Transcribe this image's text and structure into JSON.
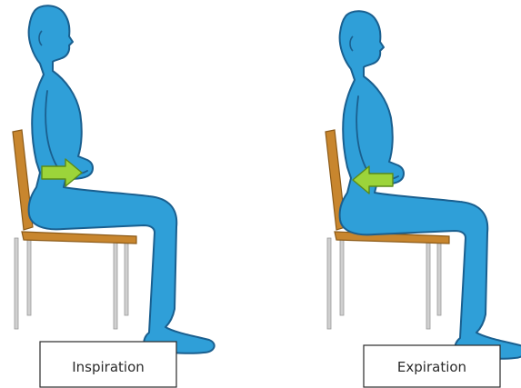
{
  "panels": [
    {
      "caption": "Inspiration",
      "arrow_direction": "out"
    },
    {
      "caption": "Expiration",
      "arrow_direction": "in"
    }
  ],
  "colors": {
    "body_fill": "#2f9fd8",
    "body_outline": "#1a5f8f",
    "chair_seat": "#c8862e",
    "chair_legs": "#c9c9c9",
    "arrow_fill": "#9cd43a",
    "arrow_outline": "#5a8a18"
  }
}
